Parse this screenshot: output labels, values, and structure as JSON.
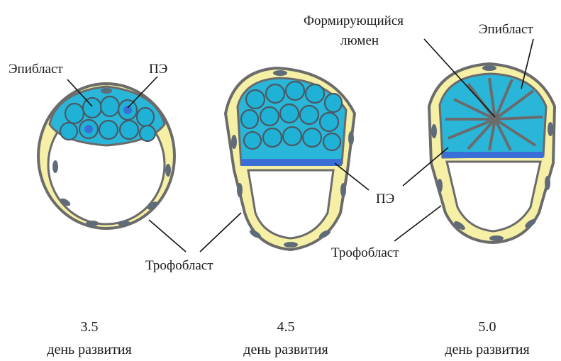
{
  "labels": {
    "epiblast": "Эпибласт",
    "pe": "ПЭ",
    "trophoblast": "Трофобласт",
    "lumen_line1": "Формирующийся",
    "lumen_line2": "люмен"
  },
  "stages": [
    {
      "day": "3.5",
      "caption": "день развития"
    },
    {
      "day": "4.5",
      "caption": "день развития"
    },
    {
      "day": "5.0",
      "caption": "день развития"
    }
  ],
  "colors": {
    "trophoblast_fill": "#f5f0a6",
    "membrane": "#6b6b6b",
    "epiblast": "#1fb2d6",
    "primitive_endoderm": "#3a6fd6"
  }
}
